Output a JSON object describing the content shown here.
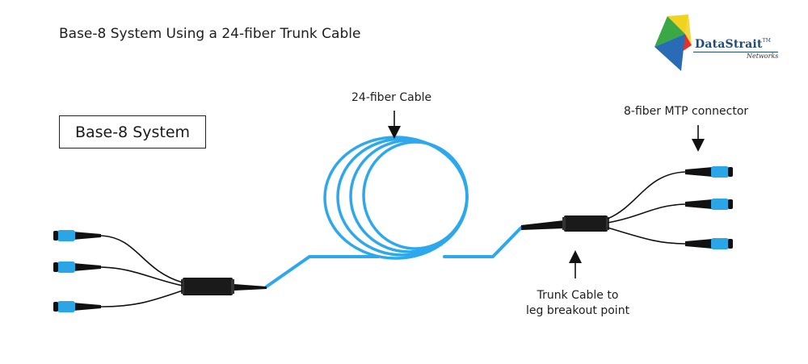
{
  "title": "Base-8 System Using a 24-fiber Trunk Cable",
  "system_label": "Base-8 System",
  "labels": {
    "cable": "24-fiber Cable",
    "mtp_connector": "8-fiber MTP connector",
    "breakout_line1": "Trunk Cable to",
    "breakout_line2": "leg breakout point"
  },
  "logo": {
    "name": "DataStrait",
    "tm": "TM",
    "subtitle": "Networks"
  },
  "colors": {
    "cable": "#2ea8ec",
    "cable_dark": "#1b8fd6",
    "connector_body": "#1a1a1a",
    "connector_boot": "#2aa6e6",
    "leg_wire": "#111111",
    "logo_blue": "#2a6bb5",
    "logo_green": "#39a845",
    "logo_yellow": "#f1d21c",
    "logo_red": "#e2312d"
  }
}
